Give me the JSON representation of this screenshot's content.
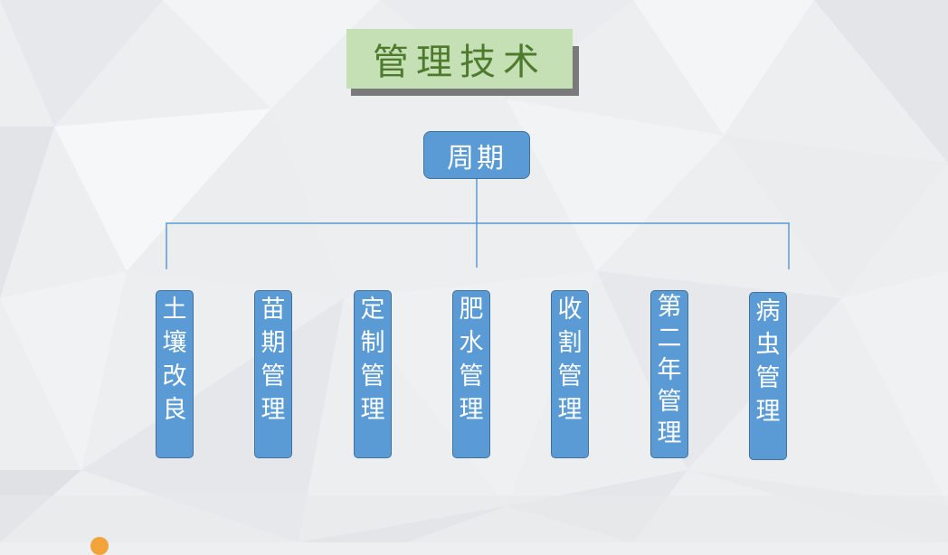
{
  "title": "管理技术",
  "root": {
    "label": "周期"
  },
  "children": [
    {
      "id": "soil",
      "label": "土壤改良"
    },
    {
      "id": "seedling",
      "label": "苗期管理"
    },
    {
      "id": "pruning",
      "label": "定制管理"
    },
    {
      "id": "fertilizer",
      "label": "肥水管理"
    },
    {
      "id": "harvest",
      "label": "收割管理"
    },
    {
      "id": "second-year",
      "label": "第二年管理"
    },
    {
      "id": "pest",
      "label": "病虫管理"
    }
  ],
  "colors": {
    "title_bg": "#c5e0b4",
    "title_text": "#4e7a2e",
    "node_fill": "#5b9bd5",
    "node_border": "#41719c",
    "connector": "#5b9bd5"
  }
}
